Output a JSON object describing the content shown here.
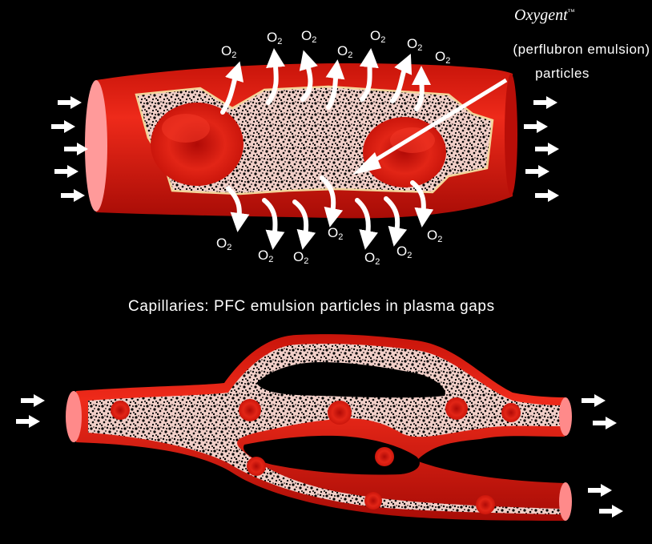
{
  "labels": {
    "product_name": "Oxygent",
    "trademark": "™",
    "product_desc_line1": "(perflubron emulsion)",
    "product_desc_line2": "particles",
    "caption": "Capillaries: PFC emulsion particles in plasma gaps",
    "o2_base": "O",
    "o2_sub": "2"
  },
  "colors": {
    "background": "#000000",
    "vessel": "#e01c10",
    "vessel_dark": "#a00a05",
    "vessel_end": "#ff8a8a",
    "plasma": "#f4c7c0",
    "particles": "#000000",
    "arrows": "#ffffff"
  }
}
